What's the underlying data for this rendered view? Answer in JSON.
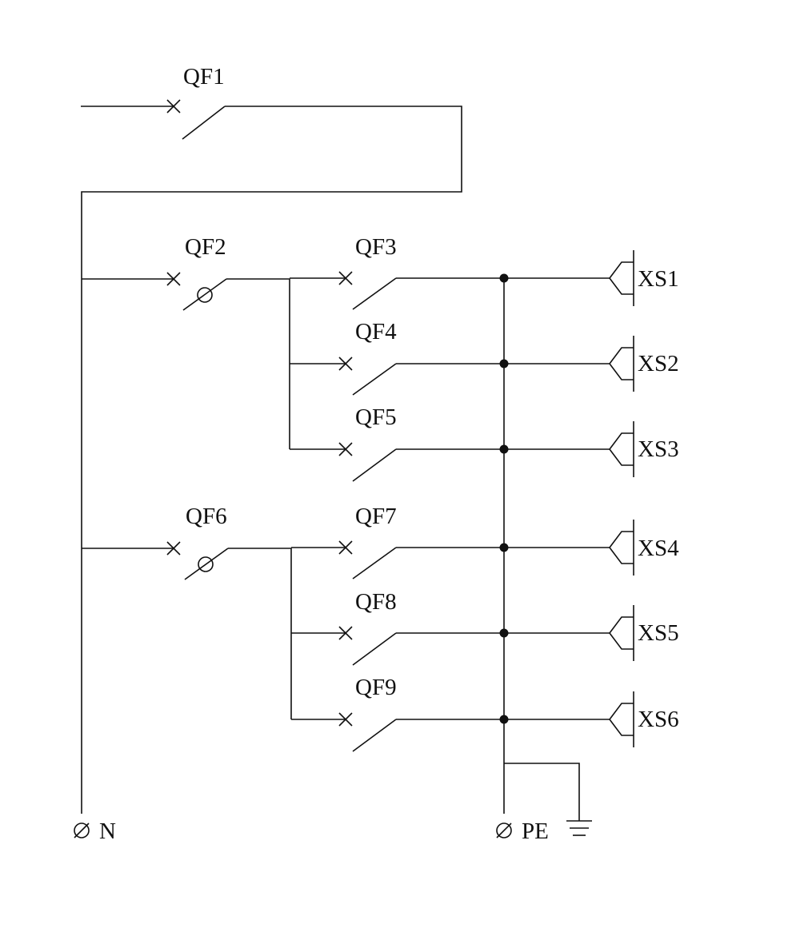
{
  "labels": {
    "qf1": "QF1",
    "qf2": "QF2",
    "qf3": "QF3",
    "qf4": "QF4",
    "qf5": "QF5",
    "qf6": "QF6",
    "qf7": "QF7",
    "qf8": "QF8",
    "qf9": "QF9",
    "xs1": "XS1",
    "xs2": "XS2",
    "xs3": "XS3",
    "xs4": "XS4",
    "xs5": "XS5",
    "xs6": "XS6",
    "n": "N",
    "pe": "PE"
  },
  "colors": {
    "line": "#111111",
    "background": "#ffffff"
  }
}
